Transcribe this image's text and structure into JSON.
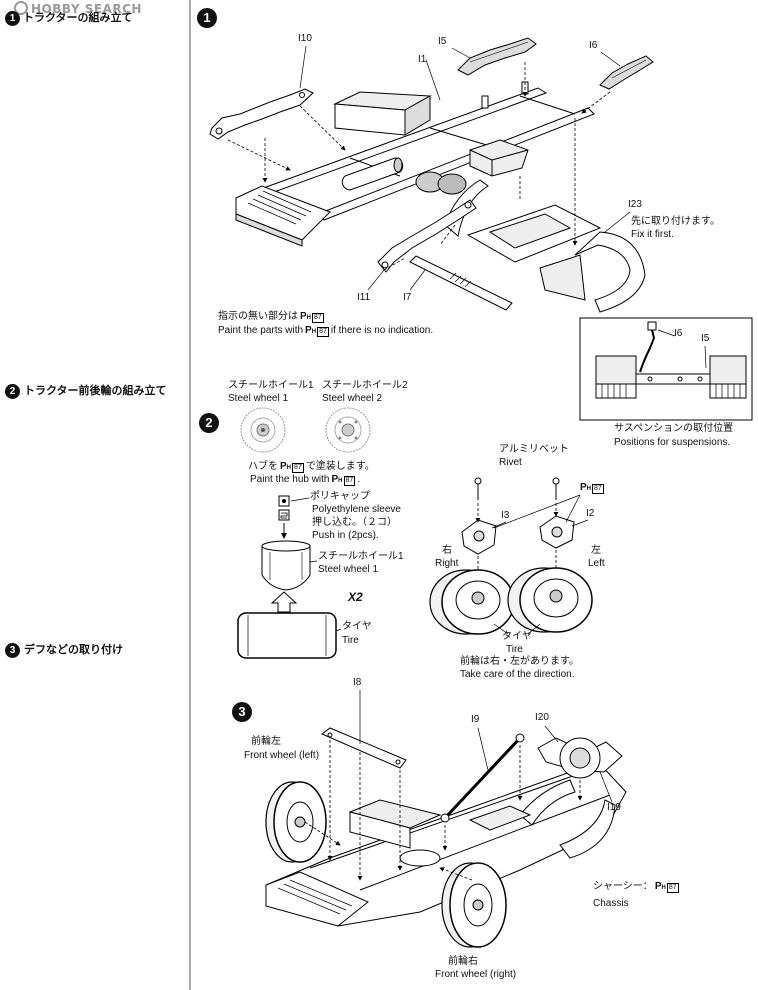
{
  "logo": {
    "text": "HOBBY SEARCH"
  },
  "paint": {
    "p": "P",
    "h": "H",
    "code": "87"
  },
  "sidebar": {
    "steps": [
      {
        "num": "1",
        "title": "トラクターの組み立て"
      },
      {
        "num": "2",
        "title": "トラクター前後輪の組み立て"
      },
      {
        "num": "3",
        "title": "デフなどの取り付け"
      }
    ]
  },
  "step1": {
    "num": "1",
    "parts": {
      "i10": "I10",
      "i5": "I5",
      "i6": "I6",
      "i1": "I1",
      "i23": "I23",
      "i11": "I11",
      "i7": "I7"
    },
    "fix_first": {
      "jp": "先に取り付けます。",
      "en": "Fix it first."
    },
    "paint_note": {
      "jp": "指示の無い部分は",
      "en_before": "Paint the parts with",
      "en_after": "if there is no indication."
    },
    "inset": {
      "i6": "I6",
      "i5": "I5",
      "caption_jp": "サスペンションの取付位置",
      "caption_en": "Positions for suspensions."
    }
  },
  "step2": {
    "num": "2",
    "steel_wheel_1": {
      "jp": "スチールホイール1",
      "en": "Steel wheel 1"
    },
    "steel_wheel_2": {
      "jp": "スチールホイール2",
      "en": "Steel wheel 2"
    },
    "hub_paint": {
      "jp_before": "ハブを",
      "jp_after": "で塗装します。",
      "en_before": "Paint the hub with",
      "en_after": "."
    },
    "polycap": {
      "jp": "ポリキャップ",
      "en": "Polyethylene sleeve",
      "push_jp": "押し込む。（２コ）",
      "push_en": "Push in (2pcs)."
    },
    "steel_wheel_1b": {
      "jp": "スチールホイール1",
      "en": "Steel wheel 1"
    },
    "quantity": "X2",
    "tire": {
      "jp": "タイヤ",
      "en": "Tire"
    },
    "rivet": {
      "jp": "アルミリベット",
      "en": "Rivet"
    },
    "parts": {
      "i3": "I3",
      "i2": "I2"
    },
    "right": {
      "jp": "右",
      "en": "Right"
    },
    "left": {
      "jp": "左",
      "en": "Left"
    },
    "front_tire": {
      "jp": "タイヤ",
      "en": "Tire"
    },
    "direction_note": {
      "jp": "前輪は右・左があります。",
      "en": "Take care of the direction."
    }
  },
  "step3": {
    "num": "3",
    "parts": {
      "i8": "I8",
      "i9": "I9",
      "i20": "I20",
      "i19": "I19"
    },
    "front_wheel_left": {
      "jp": "前輪左",
      "en": "Front wheel (left)"
    },
    "front_wheel_right": {
      "jp": "前輪右",
      "en": "Front wheel (right)"
    },
    "chassis": {
      "jp": "シャーシー：",
      "en": "Chassis"
    }
  }
}
